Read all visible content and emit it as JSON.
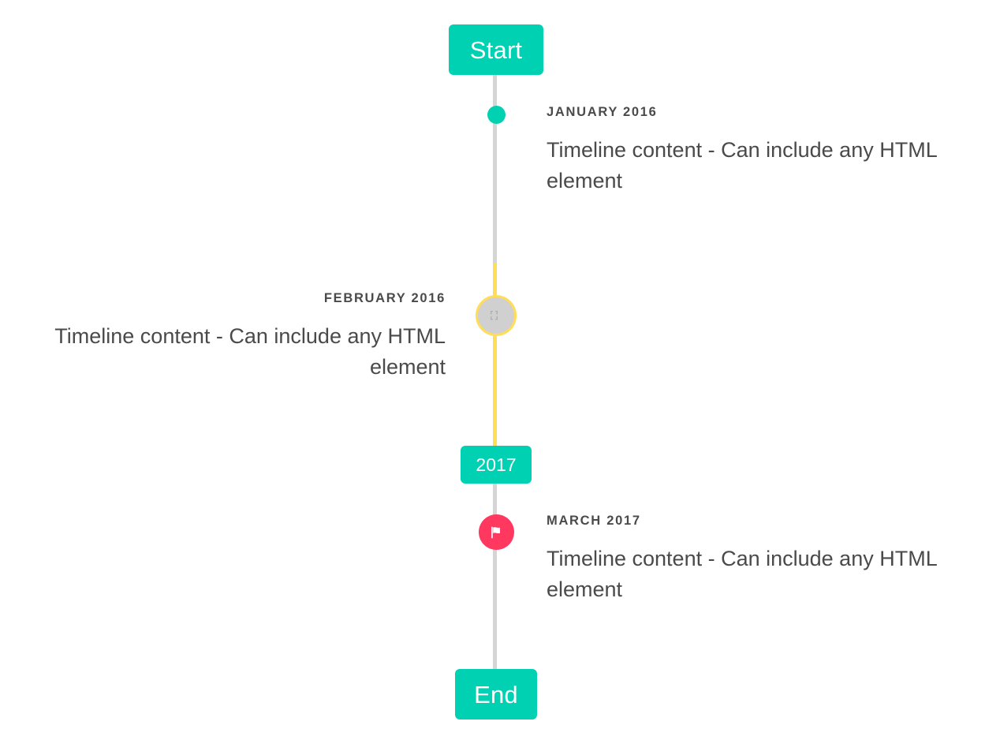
{
  "colors": {
    "primary_teal": "#00d1b2",
    "rail_gray": "#d5d5d5",
    "rail_yellow": "#ffdd57",
    "danger_pink": "#ff3860",
    "marker_gray": "#d0d0d0",
    "text": "#4a4a4a",
    "background": "#ffffff"
  },
  "timeline": {
    "header_label": "Start",
    "footer_label": "End",
    "divider_label": "2017",
    "items": [
      {
        "id": "january-2016",
        "heading": "JANUARY 2016",
        "body": "Timeline content - Can include any HTML element",
        "side": "right",
        "marker": "dot-icon",
        "marker_color": "#00d1b2"
      },
      {
        "id": "february-2016",
        "heading": "FEBRUARY 2016",
        "body": "Timeline content - Can include any HTML element",
        "side": "left",
        "marker": "broken-image-icon",
        "marker_color": "#d0d0d0"
      },
      {
        "id": "march-2017",
        "heading": "MARCH 2017",
        "body": "Timeline content - Can include any HTML element",
        "side": "right",
        "marker": "flag-icon",
        "marker_color": "#ff3860"
      }
    ]
  }
}
